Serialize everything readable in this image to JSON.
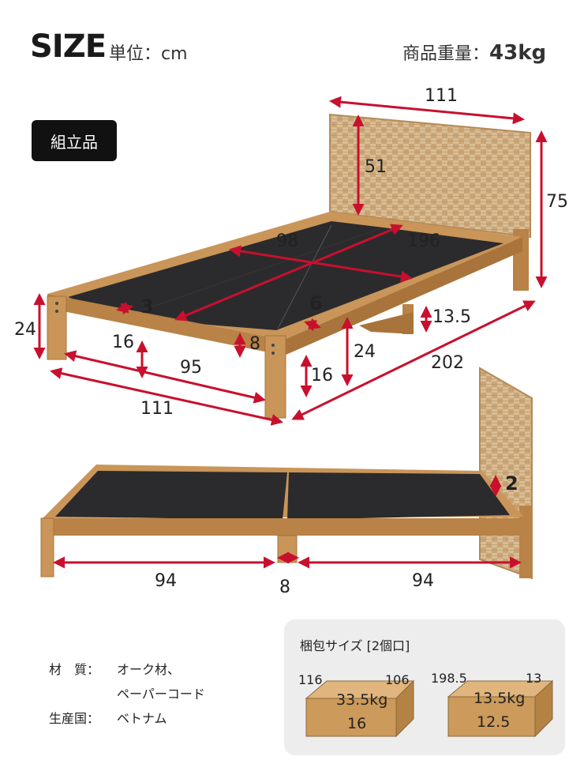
{
  "header": {
    "title": "SIZE",
    "unit_label": "単位：cm",
    "weight_label": "商品重量：",
    "weight_value": "43kg"
  },
  "badge": "組立品",
  "top_view_dimensions": {
    "headboard_width": "111",
    "headboard_panel_height": "51",
    "total_height": "75",
    "mattress_width": "98",
    "mattress_length": "196",
    "frame_thickness": "3",
    "side_rail_height": "6",
    "leg_clearance_mid": "13.5",
    "rail_height_front": "24",
    "mid_leg_height": "24",
    "leg_width": "16",
    "rail_bottom": "8",
    "inner_width": "95",
    "leg_clearance_front": "16",
    "total_length": "202",
    "total_width": "111"
  },
  "side_view_dimensions": {
    "left_span": "94",
    "center_leg": "8",
    "right_span": "94",
    "headboard_gap": "2"
  },
  "materials": [
    {
      "key": "材　質：",
      "value": "オーク材、"
    },
    {
      "key": "",
      "value": "ペーパーコード"
    },
    {
      "key": "生産国：",
      "value": "ベトナム"
    }
  ],
  "packaging": {
    "title": "梱包サイズ [2個口]",
    "box1": {
      "length": "116",
      "width": "106",
      "weight": "33.5kg",
      "height": "16"
    },
    "box2": {
      "length": "198.5",
      "width": "13",
      "weight": "13.5kg",
      "height": "12.5"
    }
  },
  "colors": {
    "wood": "#c99559",
    "wood_dark": "#a8743b",
    "board": "#2b2b2d",
    "arrow": "#c8102e",
    "rattan": "#d8bc94"
  }
}
